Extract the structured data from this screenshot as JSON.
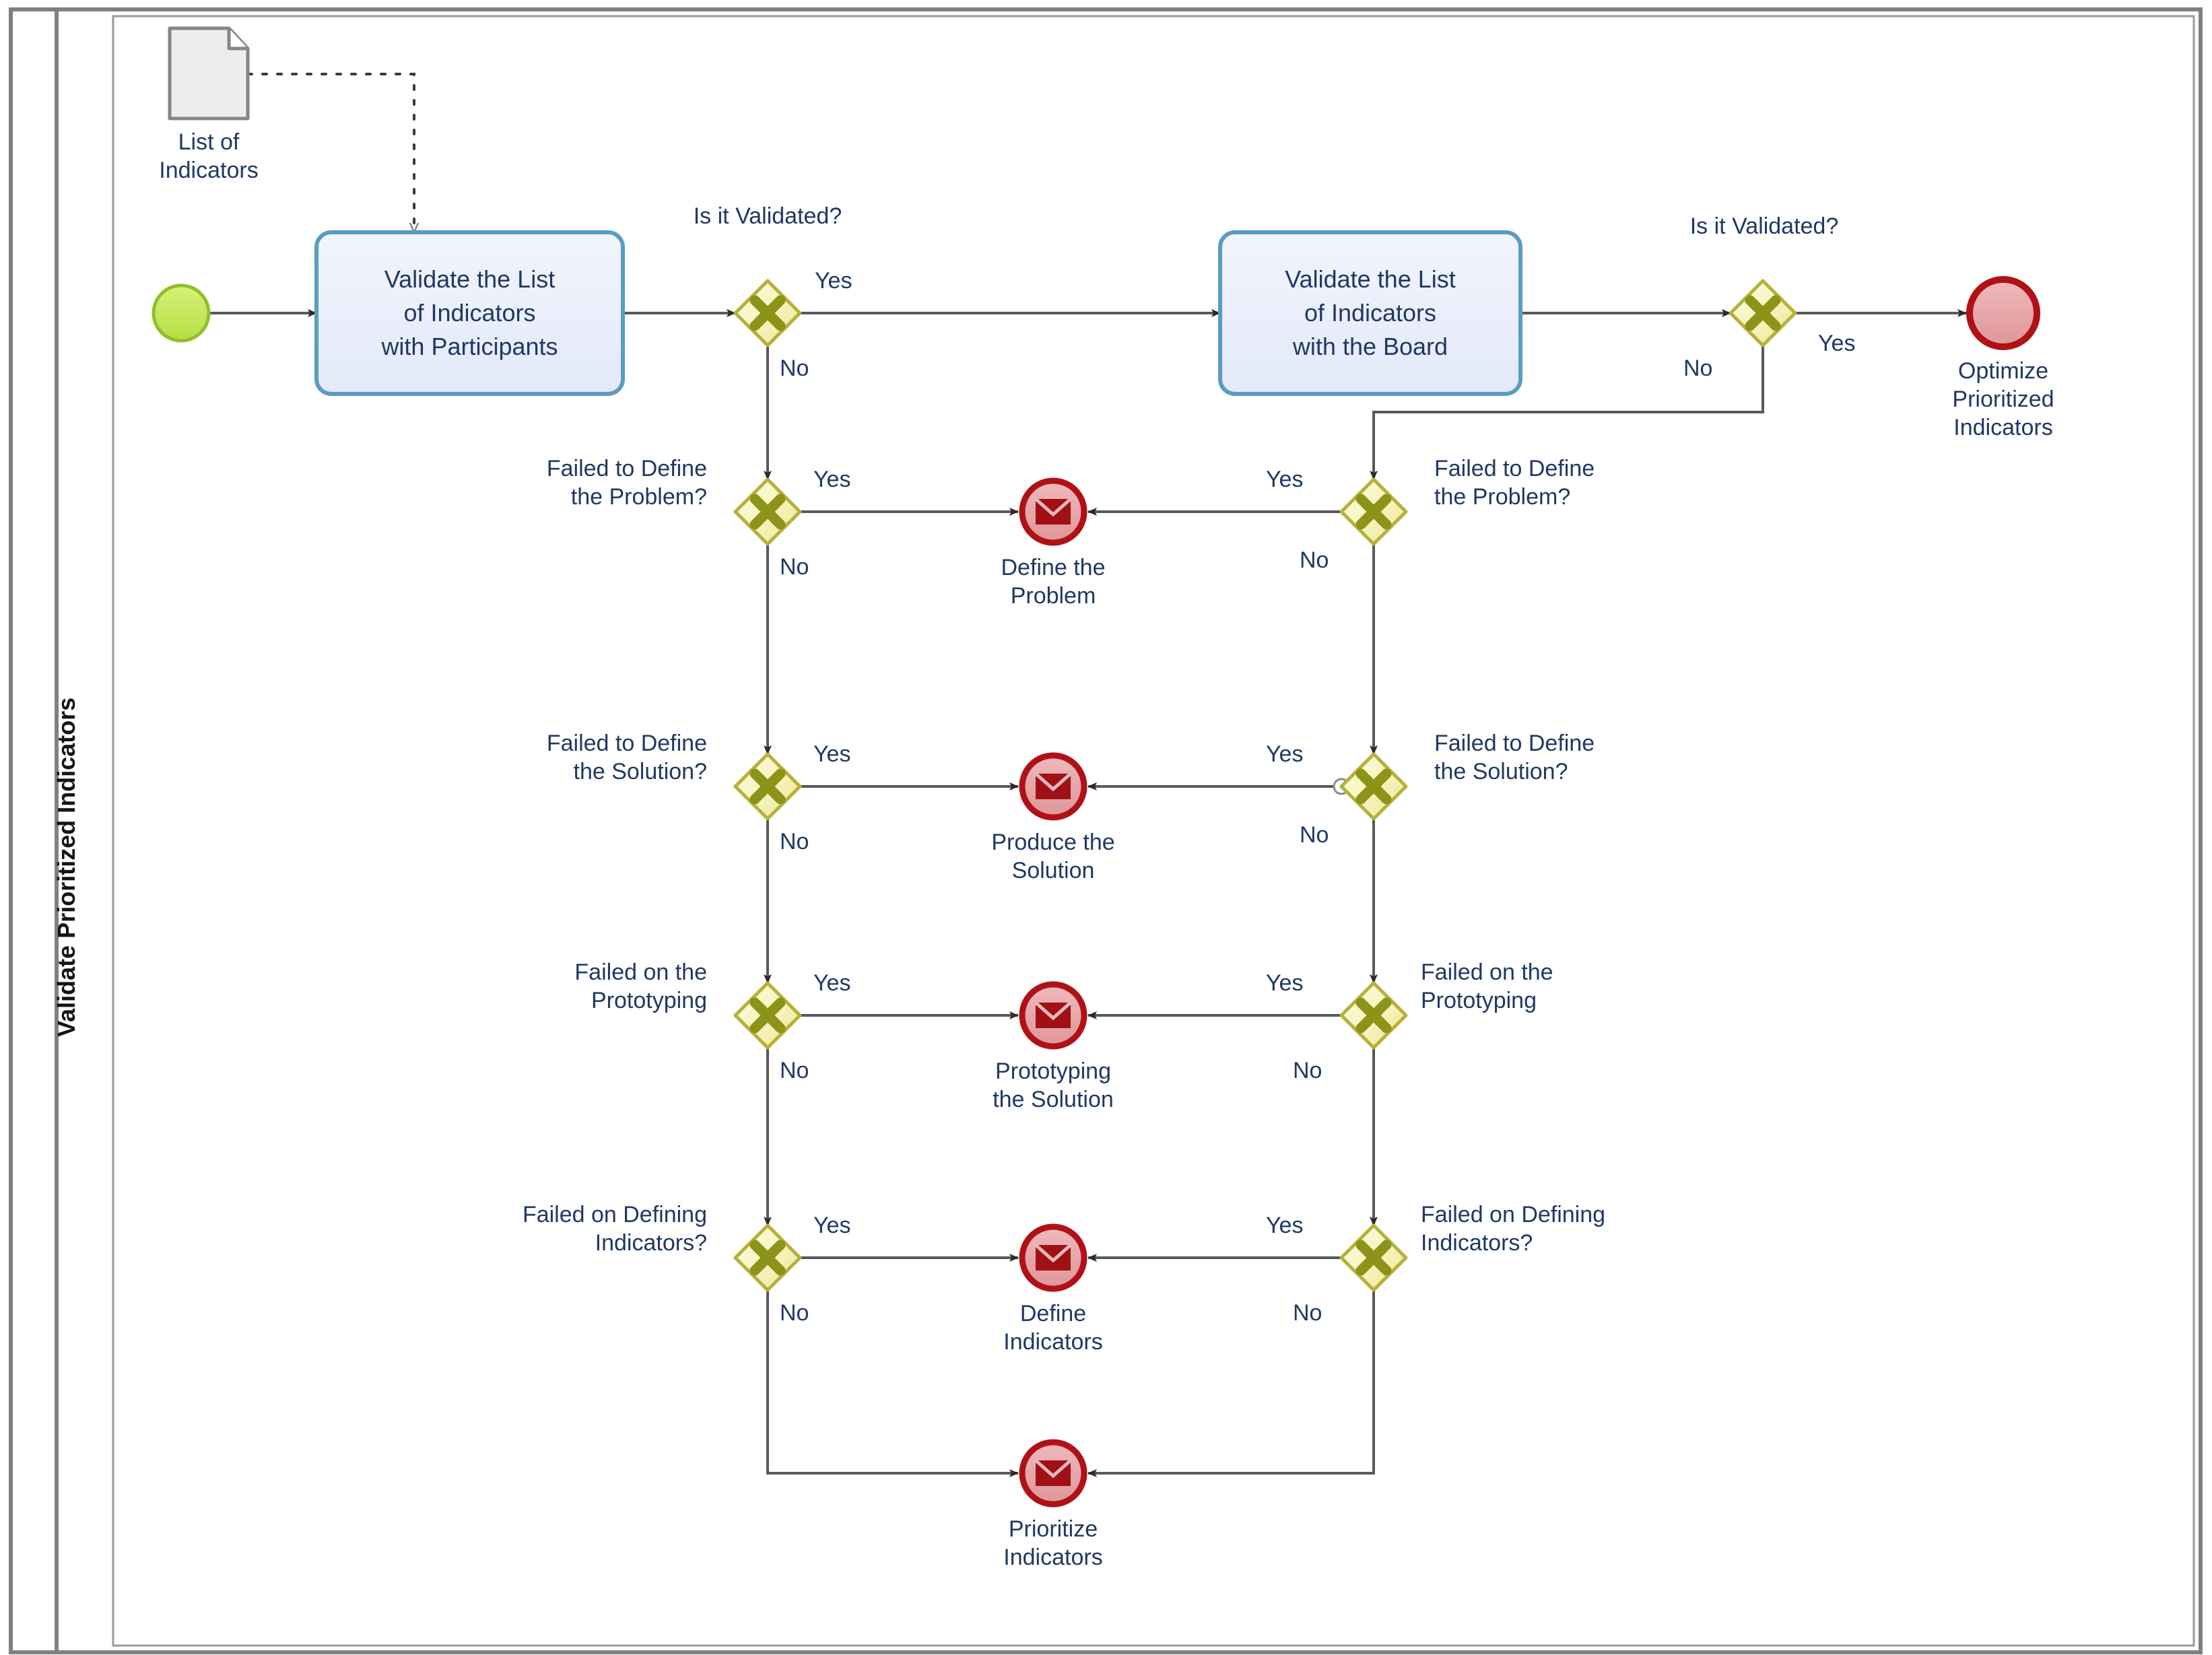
{
  "diagram": {
    "type": "bpmn-process",
    "lane_title": "Validate Prioritized Indicators",
    "colors": {
      "pool_border": "#808080",
      "task_fill": "#eaeefb",
      "task_border": "#5b9bc4",
      "task_text": "#1f3864",
      "gateway_fill": "#f7f5c4",
      "gateway_border": "#b5b13a",
      "gateway_mark": "#8d9318",
      "start_event_fill": "#c4e85c",
      "start_event_border": "#8fbf2a",
      "end_event_fill": "#e8a8ab",
      "end_event_border": "#b01116",
      "message_mark": "#a01015",
      "data_object_fill": "#ededed",
      "data_object_border": "#868686",
      "connector": "#595959",
      "label_text": "#1f3864"
    },
    "data_object": {
      "name": "data-object",
      "label": "List of\nIndicators"
    },
    "start_event": {
      "name": "start-event",
      "label": ""
    },
    "end_event": {
      "name": "end-event-terminate",
      "label": "Optimize\nPrioritized\nIndicators"
    },
    "tasks": [
      {
        "id": "task-validate-participants",
        "label": "Validate the List\nof Indicators\nwith Participants"
      },
      {
        "id": "task-validate-board",
        "label": "Validate the List\nof Indicators\nwith the Board"
      }
    ],
    "gateways": [
      {
        "id": "gw-validated-left",
        "label": "Is it Validated?",
        "label_pos": "top",
        "outgoing": [
          "Yes",
          "No"
        ]
      },
      {
        "id": "gw-validated-right",
        "label": "Is it Validated?",
        "label_pos": "top",
        "outgoing": [
          "Yes",
          "No"
        ]
      },
      {
        "id": "gw-problem-left",
        "label": "Failed to Define\nthe Problem?",
        "label_pos": "left",
        "outgoing": [
          "Yes",
          "No"
        ]
      },
      {
        "id": "gw-problem-right",
        "label": "Failed to Define\nthe Problem?",
        "label_pos": "right",
        "outgoing": [
          "Yes",
          "No"
        ]
      },
      {
        "id": "gw-solution-left",
        "label": "Failed to Define\nthe Solution?",
        "label_pos": "left",
        "outgoing": [
          "Yes",
          "No"
        ]
      },
      {
        "id": "gw-solution-right",
        "label": "Failed to Define\nthe Solution?",
        "label_pos": "right",
        "outgoing": [
          "Yes",
          "No"
        ]
      },
      {
        "id": "gw-prototyping-left",
        "label": "Failed on the\nPrototyping",
        "label_pos": "left",
        "outgoing": [
          "Yes",
          "No"
        ]
      },
      {
        "id": "gw-prototyping-right",
        "label": "Failed on the\nPrototyping",
        "label_pos": "right",
        "outgoing": [
          "Yes",
          "No"
        ]
      },
      {
        "id": "gw-indicators-left",
        "label": "Failed on Defining\nIndicators?",
        "label_pos": "left",
        "outgoing": [
          "Yes",
          "No"
        ]
      },
      {
        "id": "gw-indicators-right",
        "label": "Failed on Defining\nIndicators?",
        "label_pos": "right",
        "outgoing": [
          "Yes",
          "No"
        ]
      }
    ],
    "message_events": [
      {
        "id": "msg-define-problem",
        "label": "Define the\nProblem"
      },
      {
        "id": "msg-produce-solution",
        "label": "Produce the\nSolution"
      },
      {
        "id": "msg-prototyping",
        "label": "Prototyping\nthe Solution"
      },
      {
        "id": "msg-define-indicators",
        "label": "Define\nIndicators"
      },
      {
        "id": "msg-prioritize-indicators",
        "label": "Prioritize\nIndicators"
      }
    ],
    "flow_labels": {
      "yes": "Yes",
      "no": "No"
    }
  }
}
